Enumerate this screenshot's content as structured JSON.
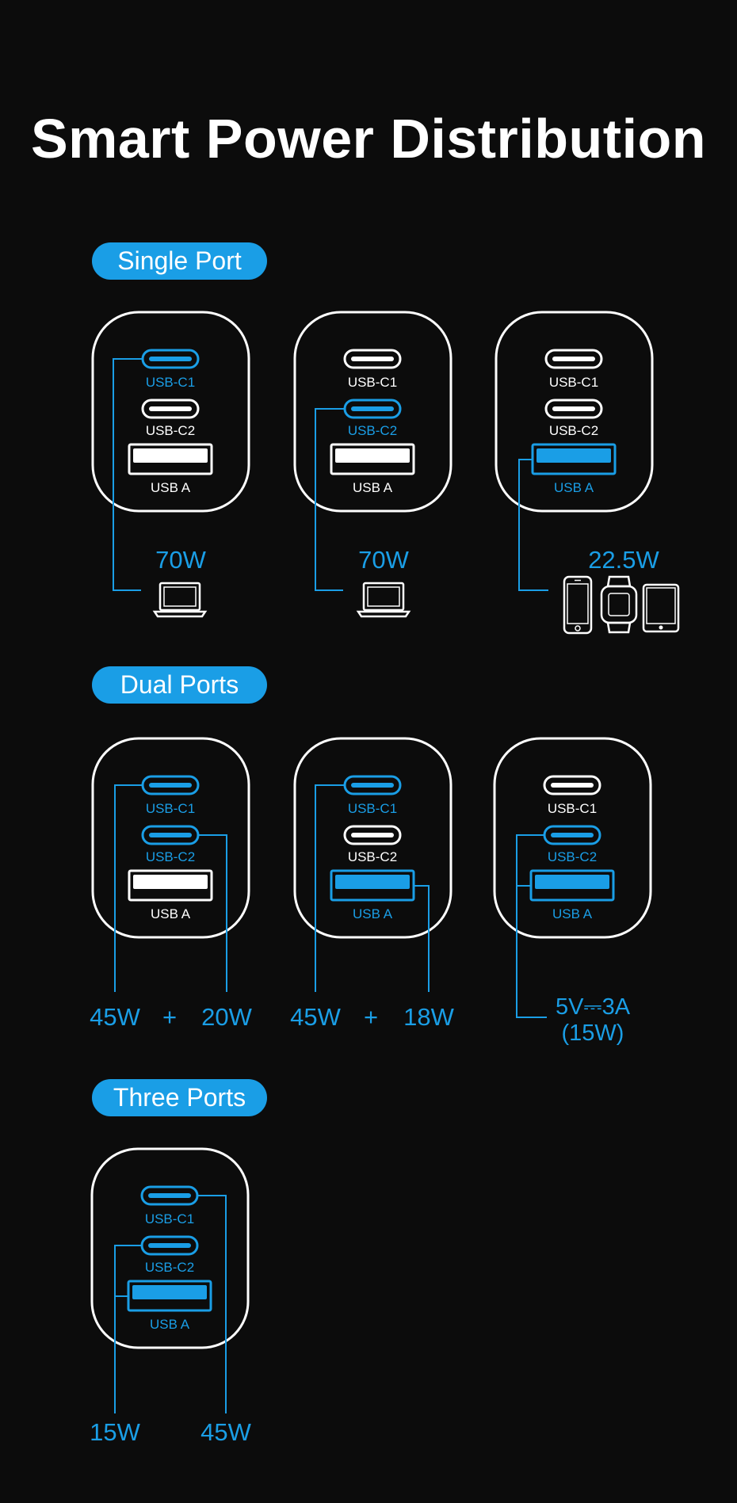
{
  "title": "Smart Power Distribution",
  "colors": {
    "accent": "#1a9ee6",
    "background": "#0c0c0c",
    "outline": "#ffffff"
  },
  "ports": {
    "c1": "USB-C1",
    "c2": "USB-C2",
    "a": "USB A"
  },
  "sections": {
    "single": {
      "label": "Single Port",
      "chargers": [
        {
          "active": [
            "c1"
          ],
          "power": "70W",
          "devices": [
            "laptop-icon"
          ]
        },
        {
          "active": [
            "c2"
          ],
          "power": "70W",
          "devices": [
            "laptop-icon"
          ]
        },
        {
          "active": [
            "a"
          ],
          "power": "22.5W",
          "devices": [
            "phone-icon",
            "smartwatch-icon",
            "tablet-icon"
          ]
        }
      ]
    },
    "dual": {
      "label": "Dual Ports",
      "chargers": [
        {
          "active": [
            "c1",
            "c2"
          ],
          "power_left": "45W",
          "plus": "+",
          "power_right": "20W"
        },
        {
          "active": [
            "c1",
            "a"
          ],
          "power_left": "45W",
          "plus": "+",
          "power_right": "18W"
        },
        {
          "active": [
            "c2",
            "a"
          ],
          "power_line1": "5V⎓3A",
          "power_line2": "(15W)"
        }
      ]
    },
    "three": {
      "label": "Three Ports",
      "chargers": [
        {
          "active": [
            "c1",
            "c2",
            "a"
          ],
          "power_left": "15W",
          "power_right": "45W"
        }
      ]
    }
  }
}
